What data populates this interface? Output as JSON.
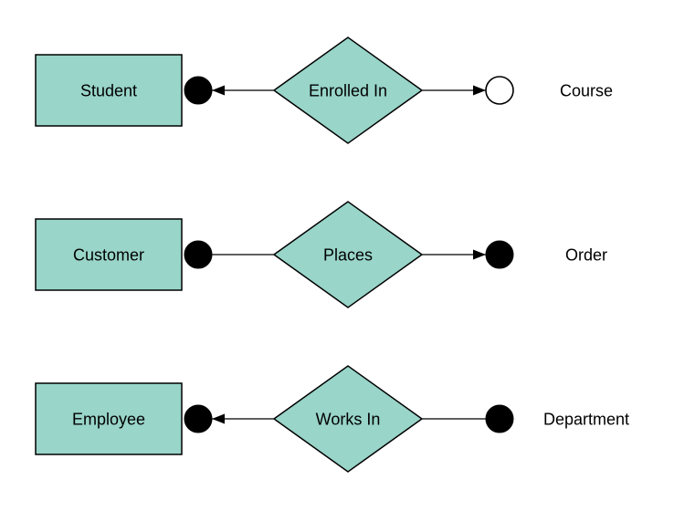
{
  "diagram": {
    "type": "entity-relationship",
    "background_color": "#ffffff",
    "shape_fill_color": "#99d5c9",
    "shape_border_color": "#000000",
    "connector_color": "#000000",
    "rows": [
      {
        "left_entity": "Student",
        "relationship": "Enrolled In",
        "right_entity": "Course",
        "left_marker": "filled-circle",
        "left_arrow": "toward-left-entity",
        "right_marker": "open-circle",
        "right_arrow": "toward-right-entity"
      },
      {
        "left_entity": "Customer",
        "relationship": "Places",
        "right_entity": "Order",
        "left_marker": "filled-circle",
        "left_arrow": "none",
        "right_marker": "filled-circle",
        "right_arrow": "toward-right-entity"
      },
      {
        "left_entity": "Employee",
        "relationship": "Works In",
        "right_entity": "Department",
        "left_marker": "filled-circle",
        "left_arrow": "toward-left-entity",
        "right_marker": "filled-circle",
        "right_arrow": "none"
      }
    ]
  }
}
